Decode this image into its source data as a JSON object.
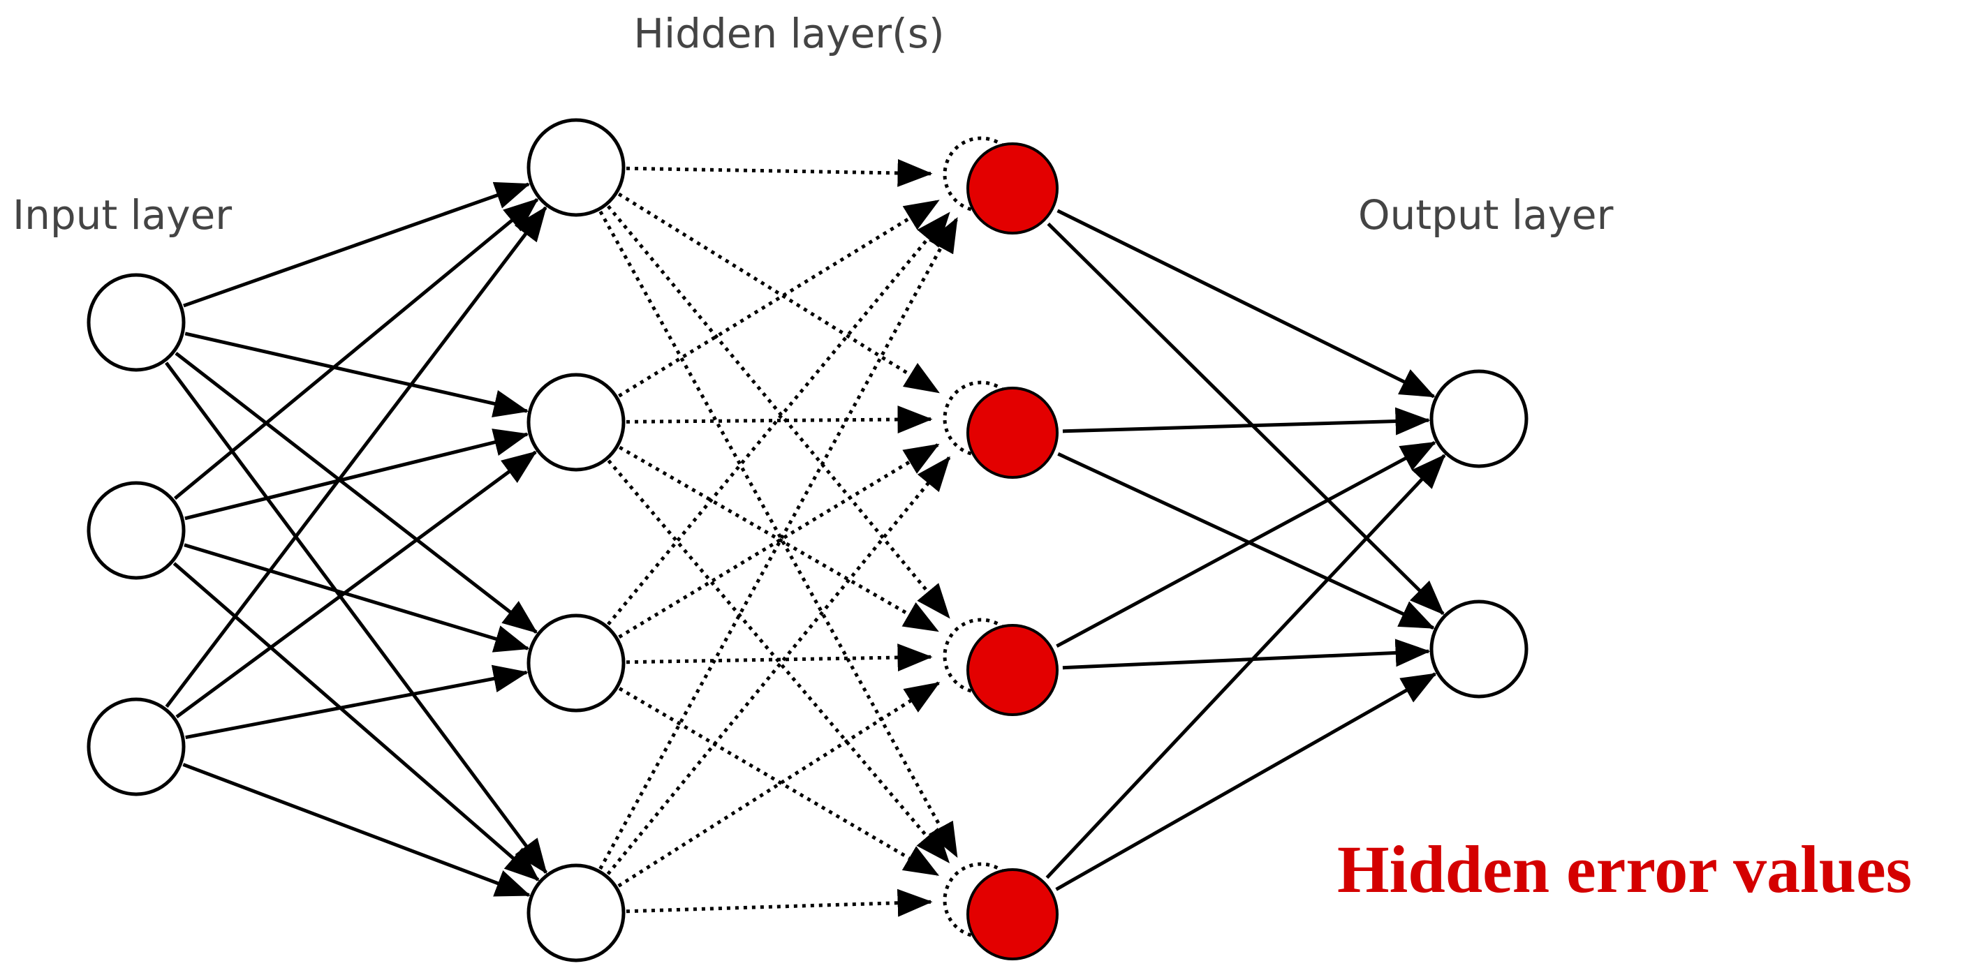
{
  "labels": {
    "input": "Input layer",
    "hidden": "Hidden layer(s)",
    "output": "Output layer",
    "hidden_error": "Hidden error values"
  },
  "colors": {
    "error_node": "#e30000",
    "error_text": "#d40000",
    "edge": "#000000",
    "label_text": "#444444"
  },
  "network": {
    "layers": [
      {
        "name": "input",
        "nodes": 3
      },
      {
        "name": "hidden-1",
        "nodes": 4
      },
      {
        "name": "hidden-2",
        "nodes": 4,
        "highlighted": true
      },
      {
        "name": "output",
        "nodes": 2
      }
    ],
    "connections": [
      {
        "from": "input",
        "to": "hidden-1",
        "style": "solid"
      },
      {
        "from": "hidden-1",
        "to": "hidden-2",
        "style": "dotted"
      },
      {
        "from": "hidden-2",
        "to": "output",
        "style": "solid"
      }
    ]
  }
}
